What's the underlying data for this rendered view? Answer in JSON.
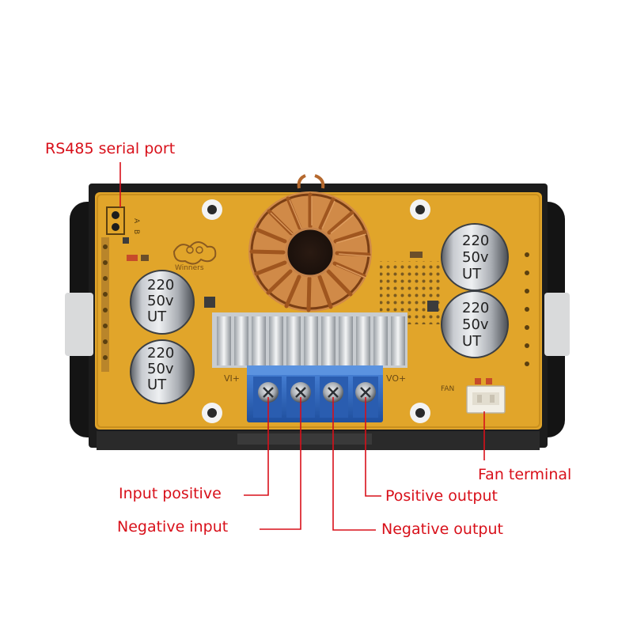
{
  "labels": {
    "rs485": "RS485 serial port",
    "fan": "Fan terminal",
    "input_positive": "Input positive",
    "negative_input": "Negative input",
    "positive_output": "Positive output",
    "negative_output": "Negative output"
  },
  "board": {
    "logo_text": "Winners",
    "silk_vin": "VI+",
    "silk_vout": "VO+",
    "silk_fan": "FAN",
    "silk_a": "A",
    "silk_b": "B"
  },
  "capacitor": {
    "value": "220",
    "voltage": "50v",
    "brand": "UT"
  },
  "colors": {
    "label_red": "#d8101a",
    "pcb_yellow": "#e1a52a",
    "terminal_blue": "#2f6cc4",
    "case_black": "#141414",
    "copper": "#b5692e"
  }
}
